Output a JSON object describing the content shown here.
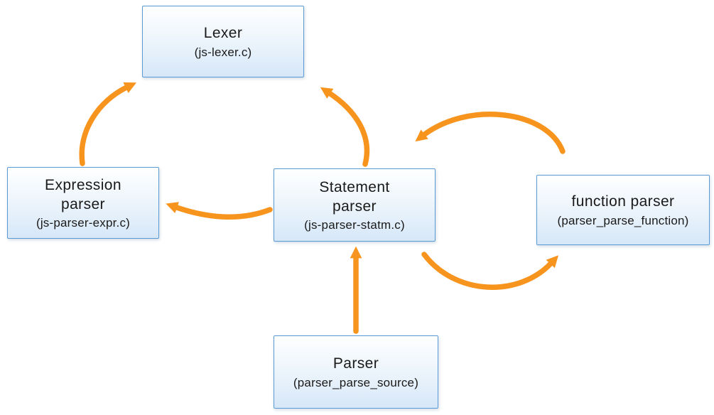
{
  "nodes": {
    "lexer": {
      "lines": [
        "Lexer"
      ],
      "file": "(js-lexer.c)"
    },
    "expression_parser": {
      "lines": [
        "Expression",
        "parser"
      ],
      "file": "(js-parser-expr.c)"
    },
    "statement_parser": {
      "lines": [
        "Statement",
        "parser"
      ],
      "file": "(js-parser-statm.c)"
    },
    "function_parser": {
      "lines": [
        "function parser"
      ],
      "file": "(parser_parse_function)"
    },
    "parser": {
      "lines": [
        "Parser"
      ],
      "file": "(parser_parse_source)"
    }
  },
  "edges": [
    {
      "from": "expression-parser",
      "to": "lexer"
    },
    {
      "from": "statement-parser",
      "to": "lexer"
    },
    {
      "from": "statement-parser",
      "to": "expression-parser"
    },
    {
      "from": "parser",
      "to": "statement-parser"
    },
    {
      "from": "function-parser",
      "to": "statement-parser"
    },
    {
      "from": "statement-parser",
      "to": "function-parser"
    }
  ],
  "colors": {
    "arrow": "#F7941D",
    "node_border": "#5B9BD5",
    "node_fill_top": "#FFFFFF",
    "node_fill_bottom": "#D6E7F8",
    "text": "#1A1A1A",
    "background": "#FFFFFF"
  }
}
